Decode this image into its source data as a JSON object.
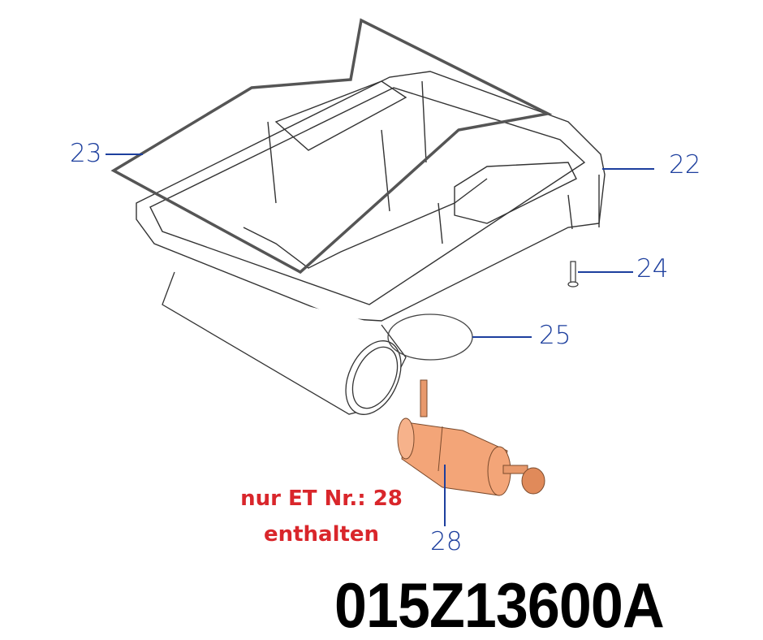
{
  "callouts": {
    "c22": "22",
    "c23": "23",
    "c24": "24",
    "c25": "25",
    "c28": "28"
  },
  "note": {
    "line1": "nur ET Nr.: 28",
    "line2": "enthalten"
  },
  "part_number": "015Z13600A",
  "colors": {
    "callout": "#1d3f9e",
    "note": "#d9262b",
    "motor": "#f3a578",
    "gasket": "#555555"
  }
}
